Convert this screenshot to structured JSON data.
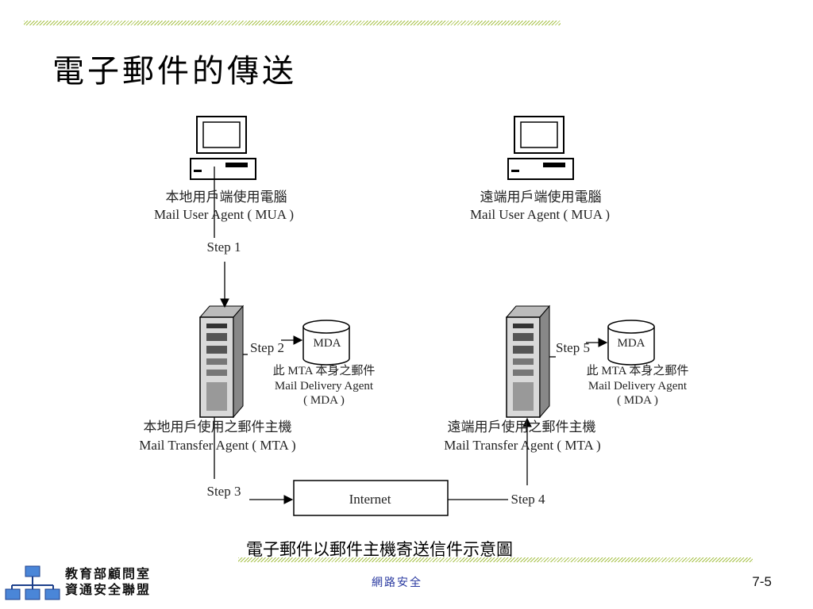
{
  "slide": {
    "title": "電子郵件的傳送",
    "page_number": "7-5"
  },
  "diagram": {
    "local_pc": {
      "label_zh": "本地用戶端使用電腦",
      "label_en": "Mail User Agent ( MUA )"
    },
    "remote_pc": {
      "label_zh": "遠端用戶端使用電腦",
      "label_en": "Mail User Agent ( MUA )"
    },
    "local_mta": {
      "label_zh": "本地用戶使用之郵件主機",
      "label_en": "Mail Transfer Agent ( MTA )"
    },
    "remote_mta": {
      "label_zh": "遠端用戶使用之郵件主機",
      "label_en": "Mail Transfer Agent ( MTA )"
    },
    "mda_local": {
      "db_label": "MDA",
      "desc1": "此 MTA 本身之郵件",
      "desc2": "Mail Delivery Agent",
      "desc3": "( MDA )"
    },
    "mda_remote": {
      "db_label": "MDA",
      "desc1": "此 MTA 本身之郵件",
      "desc2": "Mail Delivery Agent",
      "desc3": "( MDA )"
    },
    "internet": "Internet",
    "steps": {
      "step1": "Step 1",
      "step2": "Step 2",
      "step3": "Step 3",
      "step4": "Step 4",
      "step5": "Step 5"
    },
    "caption": "電子郵件以郵件主機寄送信件示意圖"
  },
  "footer": {
    "org_line1": "教育部顧問室",
    "org_line2": "資通安全聯盟",
    "center": "網路安全"
  }
}
